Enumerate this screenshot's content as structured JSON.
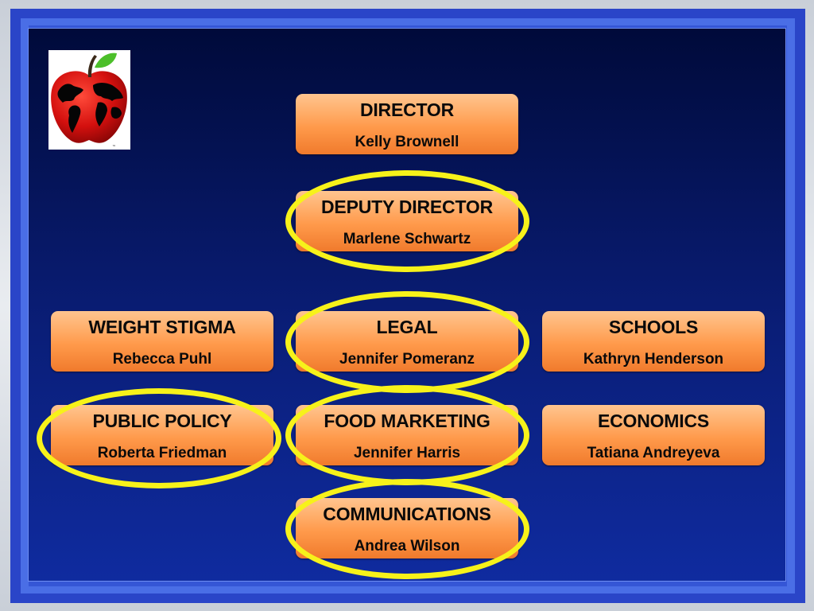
{
  "boxes": [
    {
      "title": "DIRECTOR",
      "person": "Kelly Brownell"
    },
    {
      "title": "DEPUTY DIRECTOR",
      "person": "Marlene Schwartz"
    },
    {
      "title": "WEIGHT STIGMA",
      "person": "Rebecca Puhl"
    },
    {
      "title": "LEGAL",
      "person": "Jennifer Pomeranz"
    },
    {
      "title": "SCHOOLS",
      "person": "Kathryn Henderson"
    },
    {
      "title": "PUBLIC POLICY",
      "person": "Roberta Friedman"
    },
    {
      "title": "FOOD MARKETING",
      "person": "Jennifer Harris"
    },
    {
      "title": "ECONOMICS",
      "person": "Tatiana Andreyeva"
    },
    {
      "title": "COMMUNICATIONS",
      "person": "Andrea Wilson"
    }
  ],
  "highlighted": [
    "DEPUTY DIRECTOR",
    "LEGAL",
    "PUBLIC POLICY",
    "FOOD MARKETING",
    "COMMUNICATIONS"
  ],
  "colors": {
    "box_fill": "#ff9a4b",
    "highlight_ring": "#f7f21a",
    "background": "#0a1e78"
  },
  "logo": {
    "icon": "apple-globe-icon",
    "mark": "™"
  }
}
